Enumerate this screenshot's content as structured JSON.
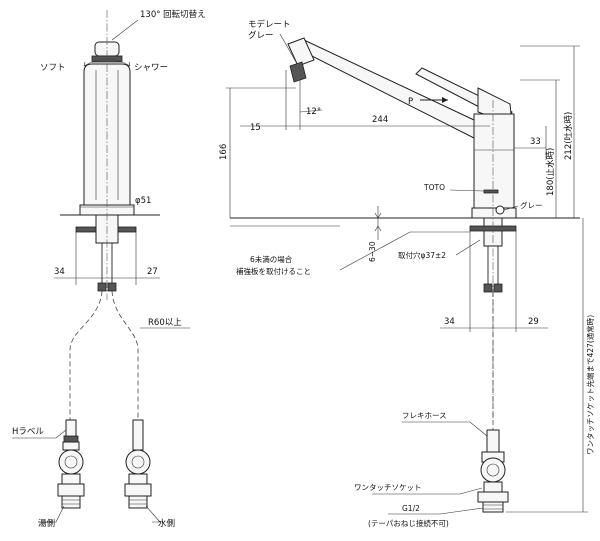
{
  "labels": {
    "rotation": "130° 回転切替え",
    "soft": "ソフト",
    "shower": "シャワー",
    "dia51": "φ51",
    "dim34_left": "34",
    "dim27": "27",
    "r60": "R60以上",
    "h_label": "Hラベル",
    "hot_side": "湯側",
    "water_side": "水側",
    "moderate_1": "モデレート",
    "moderate_2": "グレー",
    "dim15": "15",
    "dim12deg": "12°",
    "dim244": "244",
    "p_arrow": "P",
    "dim33": "33",
    "dim166": "166",
    "dim180": "180(止水時)",
    "dim212": "212(吐水時)",
    "toto": "TOTO",
    "gray": "グレー",
    "reinforce_1": "6未満の場合",
    "reinforce_2": "補強板を取付けること",
    "dim6_30": "6~30",
    "mount_hole": "取付穴φ37±2",
    "dim34_right": "34",
    "dim29": "29",
    "one_touch_len": "ワンタッチソケット先端まで427(通常時)",
    "flex_hose": "フレキホース",
    "one_touch_socket": "ワンタッチソケット",
    "g12": "G1/2",
    "taper_note": "(テーパおねじ接続不可)"
  }
}
